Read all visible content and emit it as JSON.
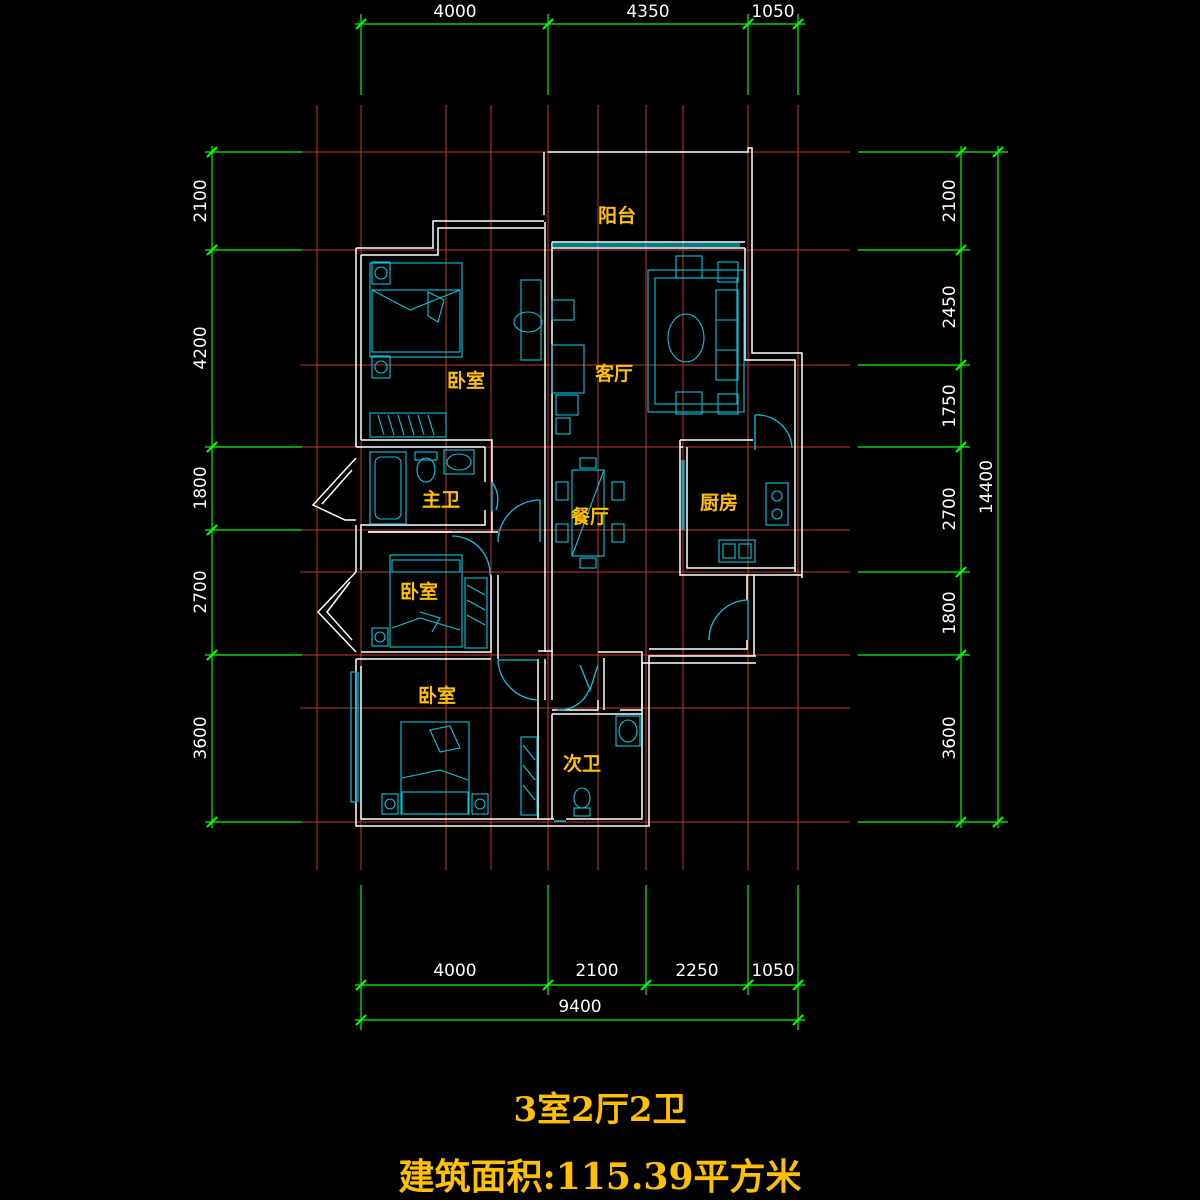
{
  "dimensions": {
    "top": [
      "4000",
      "4350",
      "1050"
    ],
    "bottom": [
      "4000",
      "2100",
      "2250",
      "1050"
    ],
    "bottom_total": "9400",
    "left": [
      "2100",
      "4200",
      "1800",
      "2700",
      "3600"
    ],
    "right": [
      "2100",
      "2450",
      "1750",
      "2700",
      "1800",
      "3600"
    ],
    "right_total": "14400"
  },
  "rooms": {
    "balcony": "阳台",
    "bedroom_master": "卧室",
    "living_room": "客厅",
    "master_bath": "主卫",
    "dining_room": "餐厅",
    "kitchen": "厨房",
    "bedroom_small": "卧室",
    "bedroom_third": "卧室",
    "second_bath": "次卫"
  },
  "title": {
    "layout": "3室2厅2卫",
    "area": "建筑面积:115.39平方米"
  },
  "colors": {
    "background": "#000000",
    "dimension_lines": "#00ff00",
    "grid_lines": "#c0392b",
    "walls": "#ffffff",
    "furniture": "#00c8e0",
    "labels": "#ffc000"
  }
}
